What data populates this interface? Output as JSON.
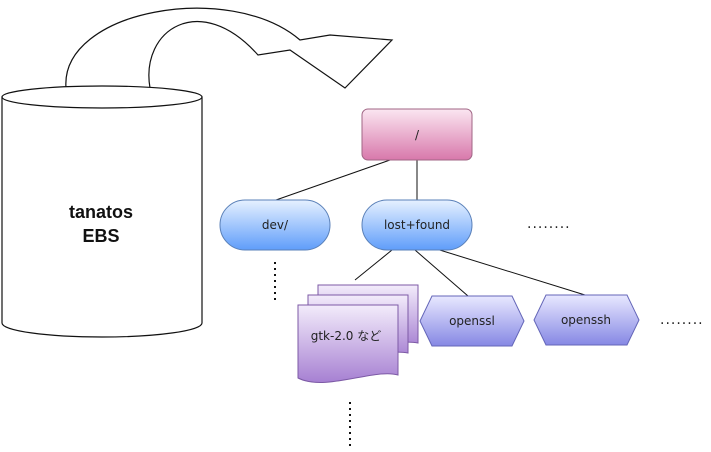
{
  "cylinder": {
    "line1": "tanatos",
    "line2": "EBS"
  },
  "tree": {
    "root": "/",
    "dev": "dev/",
    "lost_found": "lost+found",
    "docs": "gtk-2.0 など",
    "openssl": "openssl",
    "openssh": "openssh"
  },
  "colors": {
    "root_fill": "#e090b8",
    "pill_fill": "#8ab8ff",
    "doc_fill": "#c5a8e2",
    "hex_fill": "#9fa0ea",
    "outline": "#333333"
  }
}
